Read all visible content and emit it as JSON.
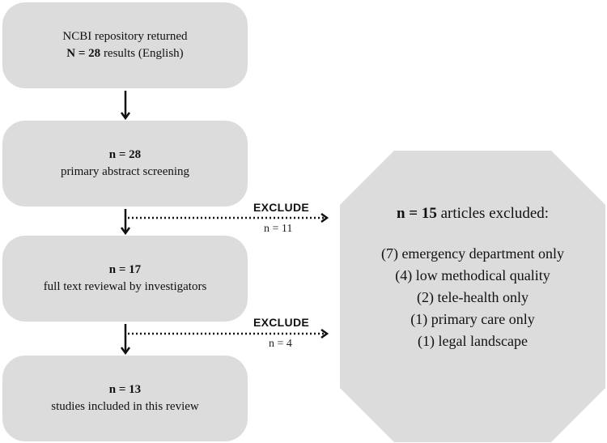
{
  "boxes": [
    {
      "line1_bold": "",
      "line1": "NCBI repository returned",
      "line2_bold": "N = 28",
      "line2": " results (English)"
    },
    {
      "line1_bold": "n = 28",
      "line1": "",
      "line2_bold": "",
      "line2": "primary abstract screening"
    },
    {
      "line1_bold": "n = 17",
      "line1": "",
      "line2_bold": "",
      "line2": "full text reviewal by investigators"
    },
    {
      "line1_bold": "n = 13",
      "line1": "",
      "line2_bold": "",
      "line2": "studies included in this review"
    }
  ],
  "exclusions": [
    {
      "label": "EXCLUDE",
      "count": "n = 11"
    },
    {
      "label": "EXCLUDE",
      "count": "n = 4"
    }
  ],
  "excluded_summary": {
    "heading_bold": "n = 15",
    "heading": " articles excluded:",
    "items": [
      "(7) emergency department only",
      "(4) low methodical quality",
      "(2) tele-health only",
      "(1) primary care only",
      "(1) legal landscape"
    ]
  },
  "colors": {
    "box_fill": "#dcdcdc",
    "arrow": "#111111"
  }
}
